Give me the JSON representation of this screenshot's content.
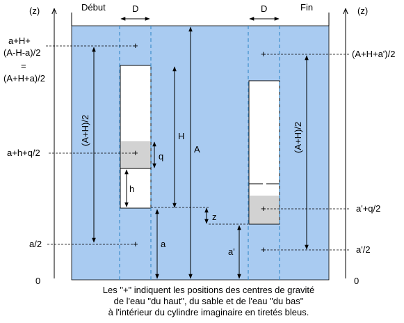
{
  "labels": {
    "axis_z_left": "(z)",
    "axis_z_right": "(z)",
    "zero_left": "0",
    "zero_right": "0",
    "debut": "Début",
    "fin": "Fin",
    "d_left": "D",
    "d_right": "D",
    "left_top_1": "a+H+",
    "left_top_2": "(A-H-a)/2",
    "left_top_3": "=",
    "left_top_4": "(A+H+a)/2",
    "left_mid": "a+h+q/2",
    "left_bottom": "a/2",
    "right_top": "(A+H+a')/2",
    "right_mid": "a'+q/2",
    "right_bottom": "a'/2",
    "dim_AH_left": "(A+H)/2",
    "dim_AH_right": "(A+H)/2",
    "dim_H": "H",
    "dim_A": "A",
    "dim_q": "q",
    "dim_h": "h",
    "dim_a": "a",
    "dim_z": "z",
    "dim_a_prime": "a'",
    "gravity_marker": "+"
  },
  "caption": [
    "Les \"+\" indiquent les positions des centres de gravité",
    "de l'eau \"du haut\", du sable et de l'eau \"du bas\"",
    "à l'intérieur du cylindre imaginaire en tiretés bleus."
  ],
  "colors": {
    "water": "#a9cbf1",
    "tube": "#ffffff",
    "sand": "#d2d2d2",
    "dashed_cylinder": "#3f8fcc",
    "line": "#000000"
  }
}
